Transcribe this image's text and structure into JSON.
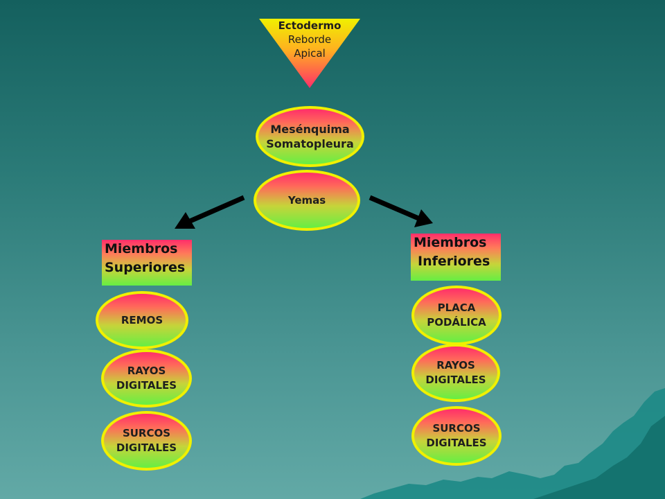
{
  "top_triangle": {
    "line1": "Ectodermo",
    "line2": "Reborde",
    "line3": "Apical"
  },
  "mesenquima": {
    "line1": "Mesénquima",
    "line2": "Somatopleura"
  },
  "yemas": {
    "label": "Yemas"
  },
  "superiores": {
    "title_line1": "Miembros",
    "title_line2": "Superiores",
    "steps": [
      {
        "line1": "REMOS",
        "line2": ""
      },
      {
        "line1": "RAYOS",
        "line2": "DIGITALES"
      },
      {
        "line1": "SURCOS",
        "line2": "DIGITALES"
      }
    ]
  },
  "inferiores": {
    "title_line1": "Miembros",
    "title_line2": "Inferiores",
    "steps": [
      {
        "line1": "PLACA",
        "line2": "PODÁLICA"
      },
      {
        "line1": "RAYOS",
        "line2": "DIGITALES"
      },
      {
        "line1": "SURCOS",
        "line2": "DIGITALES"
      }
    ]
  },
  "colors": {
    "ellipse_border": "#f0f000",
    "gradient_top": "#ff2e6a",
    "gradient_bottom": "#66ee44",
    "arrow": "#000000"
  }
}
